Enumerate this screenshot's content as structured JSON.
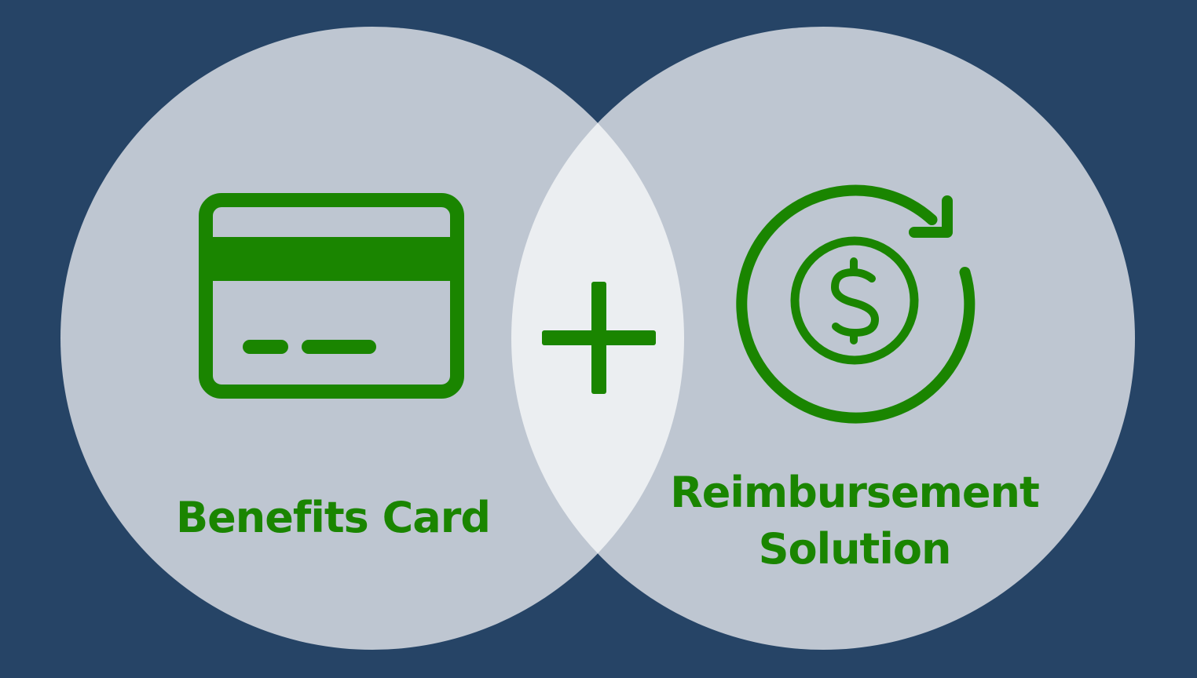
{
  "diagram": {
    "type": "venn",
    "background_color": "#264466",
    "circle_color": "#bec6d1",
    "overlap_color": "#ebeef1",
    "accent_color": "#1a8500",
    "left": {
      "label": "Benefits Card",
      "icon": "credit-card-icon"
    },
    "center": {
      "icon": "plus-icon"
    },
    "right": {
      "label_line1": "Reimbursement",
      "label_line2": "Solution",
      "icon": "dollar-refresh-icon"
    }
  }
}
